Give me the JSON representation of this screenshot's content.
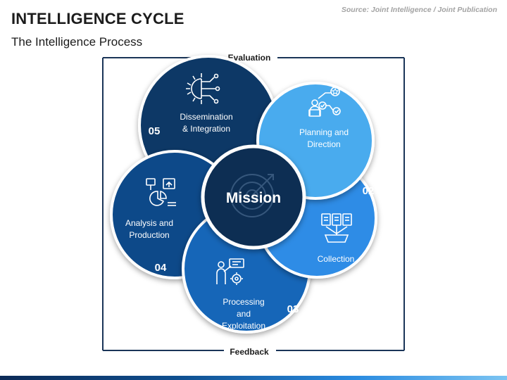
{
  "header": {
    "title": "INTELLIGENCE CYCLE",
    "subtitle": "The Intelligence Process",
    "source": "Source: Joint Intelligence / Joint Publication"
  },
  "diagram": {
    "top_label": "Evaluation",
    "bottom_label": "Feedback",
    "center_label": "Mission",
    "steps": [
      {
        "number": "01",
        "lines": [
          "Planning and",
          "Direction"
        ],
        "icon": "workflow-icon",
        "color": "#4aabee"
      },
      {
        "number": "02",
        "lines": [
          "Collection"
        ],
        "icon": "collection-icon",
        "color": "#2e8ce6"
      },
      {
        "number": "03",
        "lines": [
          "Processing",
          "and",
          "Exploitation"
        ],
        "icon": "processing-icon",
        "color": "#1566b8"
      },
      {
        "number": "04",
        "lines": [
          "Analysis and",
          "Production"
        ],
        "icon": "analysis-icon",
        "color": "#0f4a89"
      },
      {
        "number": "05",
        "lines": [
          "Dissemination",
          "& Integration"
        ],
        "icon": "gear-circuit-icon",
        "color": "#0c3966"
      }
    ],
    "colors": {
      "center": "#0e2d52",
      "frame": "#1a3558",
      "text": "#ffffff"
    }
  }
}
